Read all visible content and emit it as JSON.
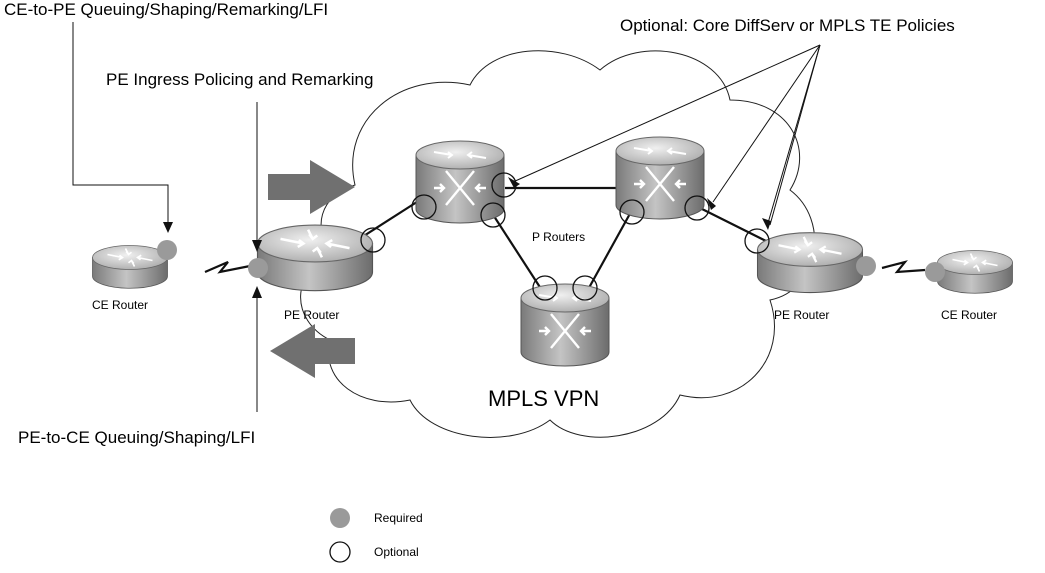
{
  "annotations": {
    "ce_to_pe": "CE-to-PE Queuing/Shaping/Remarking/LFI",
    "pe_ingress": "PE Ingress Policing and Remarking",
    "core_policies": "Optional: Core DiffServ or MPLS TE Policies",
    "pe_to_ce": "PE-to-CE Queuing/Shaping/LFI"
  },
  "labels": {
    "ce_left": "CE Router",
    "pe_left": "PE Router",
    "p_routers": "P Routers",
    "pe_right": "PE Router",
    "ce_right": "CE Router",
    "cloud": "MPLS VPN"
  },
  "legend": {
    "required": "Required",
    "optional": "Optional"
  },
  "colors": {
    "required_fill": "#9a9a9a",
    "router_body": "#a8a8a8",
    "router_top": "#d8d8d8",
    "arrow_fill": "#707070"
  }
}
